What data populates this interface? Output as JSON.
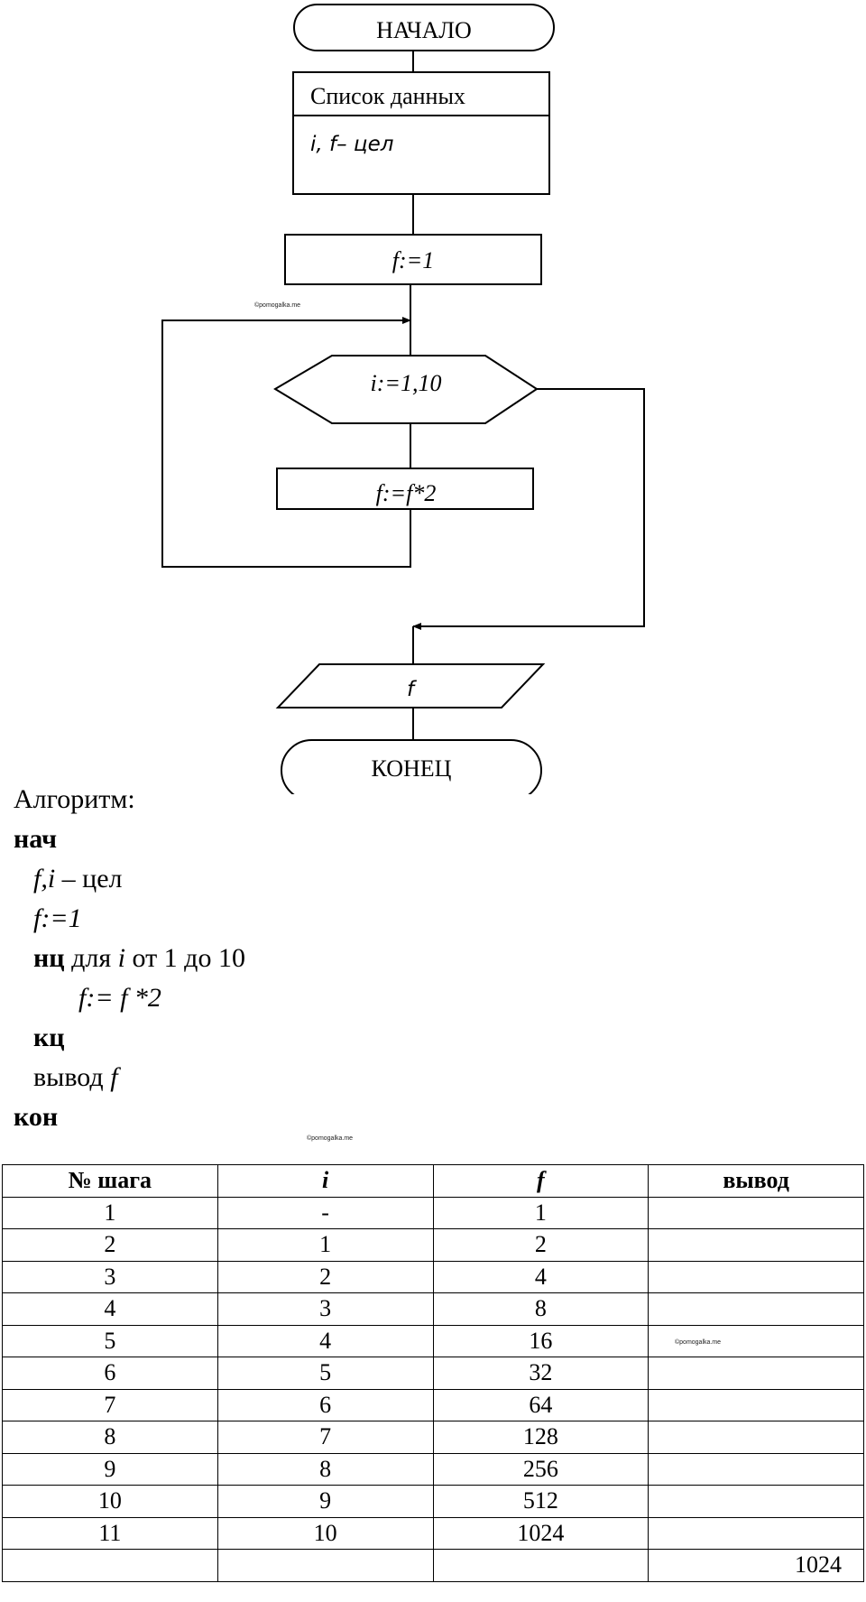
{
  "flowchart": {
    "start": "НАЧАЛО",
    "data_header": "Список данных",
    "data_vars": "i, f– цел",
    "init": "f:=1",
    "loop": "i:=1,10",
    "body": "f:=f*2",
    "output": "f",
    "end": "КОНЕЦ"
  },
  "algorithm": {
    "title": "Алгоритм:",
    "begin": "нач",
    "decl_vars": "f,i",
    "decl_type": " – цел",
    "init": "f:=1",
    "loop_kw": "нц",
    "loop_for": " для ",
    "loop_var": "i",
    "loop_range": " от 1 до 10",
    "loop_body": "f:= f *2",
    "loop_end": "кц",
    "output_kw": "вывод ",
    "output_var": "f",
    "end": "кон"
  },
  "watermark": "©pomogalka.me",
  "table": {
    "headers": [
      "№ шага",
      "i",
      "f",
      "вывод"
    ],
    "rows": [
      [
        "1",
        "-",
        "1",
        ""
      ],
      [
        "2",
        "1",
        "2",
        ""
      ],
      [
        "3",
        "2",
        "4",
        ""
      ],
      [
        "4",
        "3",
        "8",
        ""
      ],
      [
        "5",
        "4",
        "16",
        ""
      ],
      [
        "6",
        "5",
        "32",
        ""
      ],
      [
        "7",
        "6",
        "64",
        ""
      ],
      [
        "8",
        "7",
        "128",
        ""
      ],
      [
        "9",
        "8",
        "256",
        ""
      ],
      [
        "10",
        "9",
        "512",
        ""
      ],
      [
        "11",
        "10",
        "1024",
        ""
      ],
      [
        "",
        "",
        "",
        "1024"
      ]
    ]
  }
}
